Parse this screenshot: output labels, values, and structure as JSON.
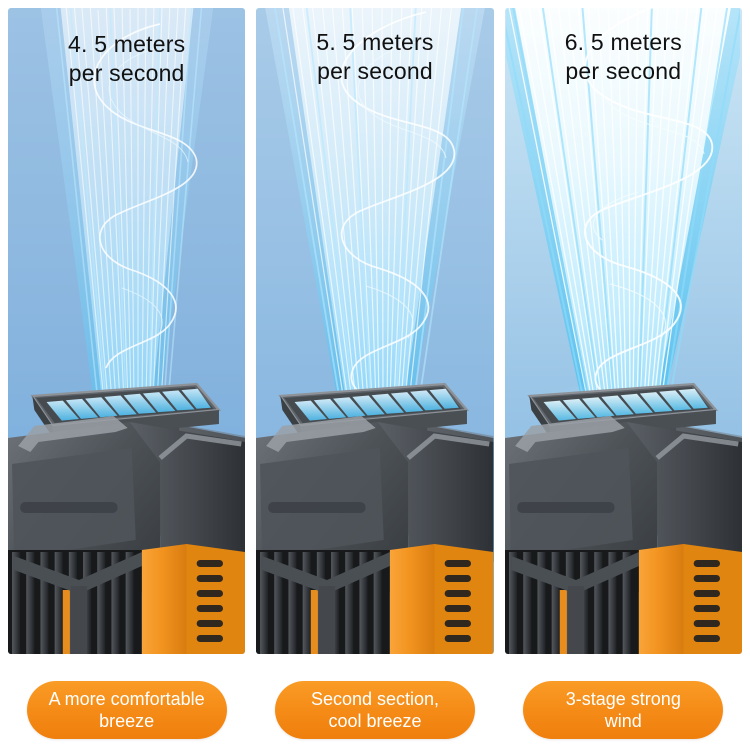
{
  "image": {
    "kind": "product-marketing-comparison",
    "background_color": "#ffffff",
    "panel_count": 3
  },
  "panels": [
    {
      "id": "panel-speed-1",
      "headline": "4. 5 meters\nper second",
      "speed_value": "4.5",
      "speed_unit": "meters per second",
      "caption": "A more comfortable\nbreeze",
      "sky_color_top": "#9cc2e4",
      "sky_color_bottom": "#74a9da",
      "airflow_intensity": "low",
      "airflow_width_pct": 62,
      "streak_count": 26,
      "swirl_turns": 3
    },
    {
      "id": "panel-speed-2",
      "headline": "5. 5 meters\nper second",
      "speed_value": "5.5",
      "speed_unit": "meters per second",
      "caption": "Second section,\ncool breeze",
      "sky_color_top": "#a8cbe8",
      "sky_color_bottom": "#7cb0dd",
      "airflow_intensity": "medium",
      "airflow_width_pct": 80,
      "streak_count": 34,
      "swirl_turns": 4
    },
    {
      "id": "panel-speed-3",
      "headline": "6. 5 meters\nper second",
      "speed_value": "6.5",
      "speed_unit": "meters per second",
      "caption": "3-stage strong\nwind",
      "sky_color_top": "#c9e4f3",
      "sky_color_bottom": "#86b7e0",
      "airflow_intensity": "high",
      "airflow_width_pct": 100,
      "streak_count": 44,
      "swirl_turns": 5
    }
  ],
  "caption_pill": {
    "background_color": "#f58a16",
    "text_color": "#ffffff"
  },
  "device": {
    "name": "portable-cooling-fan",
    "body_color": "#4a4e53",
    "body_color_dark": "#2b2e32",
    "accent_color": "#f2931f",
    "accent_color_dark": "#d77a10",
    "grille_slot_count": 8,
    "fin_count": 9,
    "side_vent_count": 9
  },
  "text_color": "#111111"
}
